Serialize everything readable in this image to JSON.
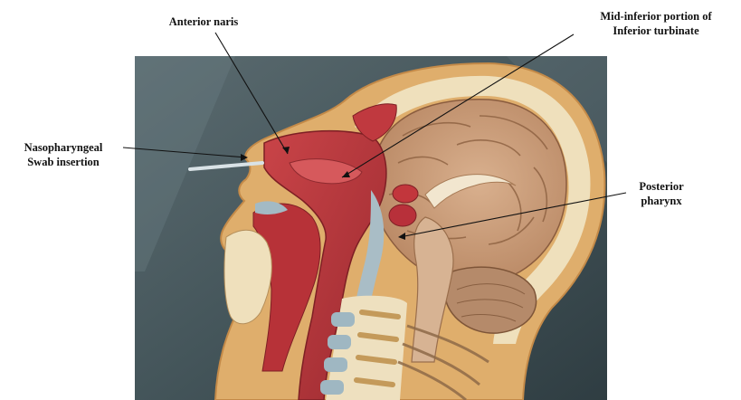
{
  "figure": {
    "labels": {
      "anterior_naris": "Anterior naris",
      "mid_inferior_line1": "Mid-inferior portion of",
      "mid_inferior_line2": "Inferior turbinate",
      "nasopharyngeal_line1": "Nasopharyngeal",
      "nasopharyngeal_line2": "Swab insertion",
      "posterior_line1": "Posterior",
      "posterior_line2": "pharynx"
    },
    "colors": {
      "background_panel": "#4a5a5e",
      "skin_orange": "#e0b070",
      "muscle_red": "#b8323a",
      "brain_tan": "#c89a78",
      "bone_cream": "#efe2c2",
      "airway_blue": "#9fb7c2",
      "leader_line": "#111111"
    }
  }
}
